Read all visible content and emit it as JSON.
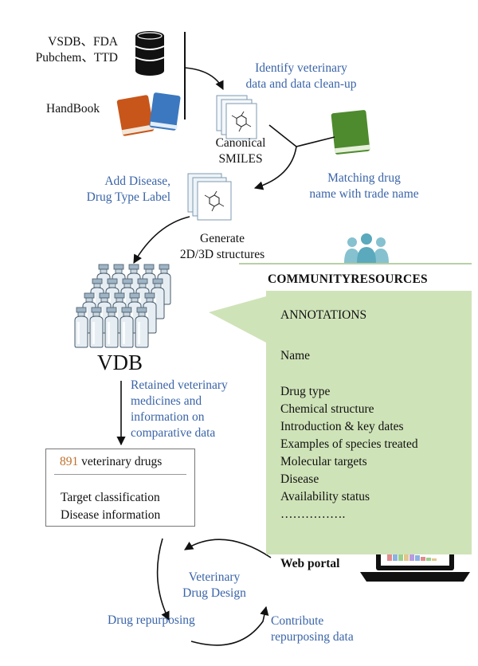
{
  "sources": {
    "databases_line1": "VSDB、FDA",
    "databases_line2": "Pubchem、TTD",
    "handbook": "HandBook"
  },
  "steps": {
    "identify_line1": "Identify veterinary",
    "identify_line2": "data and data clean-up",
    "canonical_line1": "Canonical",
    "canonical_line2": "SMILES",
    "matching_line1": "Matching drug",
    "matching_line2": "name with trade name",
    "add_disease_line1": "Add Disease,",
    "add_disease_line2": "Drug Type Label",
    "generate_line1": "Generate",
    "generate_line2": "2D/3D structures",
    "vdb": "VDB",
    "retained_line1": "Retained veterinary",
    "retained_line2": "medicines and",
    "retained_line3": "information on",
    "retained_line4": "comparative data"
  },
  "drug_box": {
    "count": "891",
    "count_label": " veterinary drugs",
    "line1": "Target classification",
    "line2": "Disease information"
  },
  "community": {
    "title": "COMMUNITYRESOURCES",
    "annotations": "ANNOTATIONS",
    "items": [
      "Name",
      "Drug type",
      "Chemical structure",
      "Introduction & key dates",
      "Examples of species treated",
      "Molecular targets",
      "Disease",
      "Availability status",
      "……………."
    ],
    "web_portal": "Web portal"
  },
  "cycle": {
    "design_line1": "Veterinary",
    "design_line2": "Drug Design",
    "repurposing": "Drug repurposing",
    "contribute_line1": "Contribute",
    "contribute_line2": "repurposing data"
  },
  "colors": {
    "blue_text": "#3a64a8",
    "accent_orange": "#c0702a",
    "panel_green": "#cfe3b8",
    "book_orange": "#c8561a",
    "book_blue": "#3b78c0",
    "book_green": "#4e8a2e"
  }
}
